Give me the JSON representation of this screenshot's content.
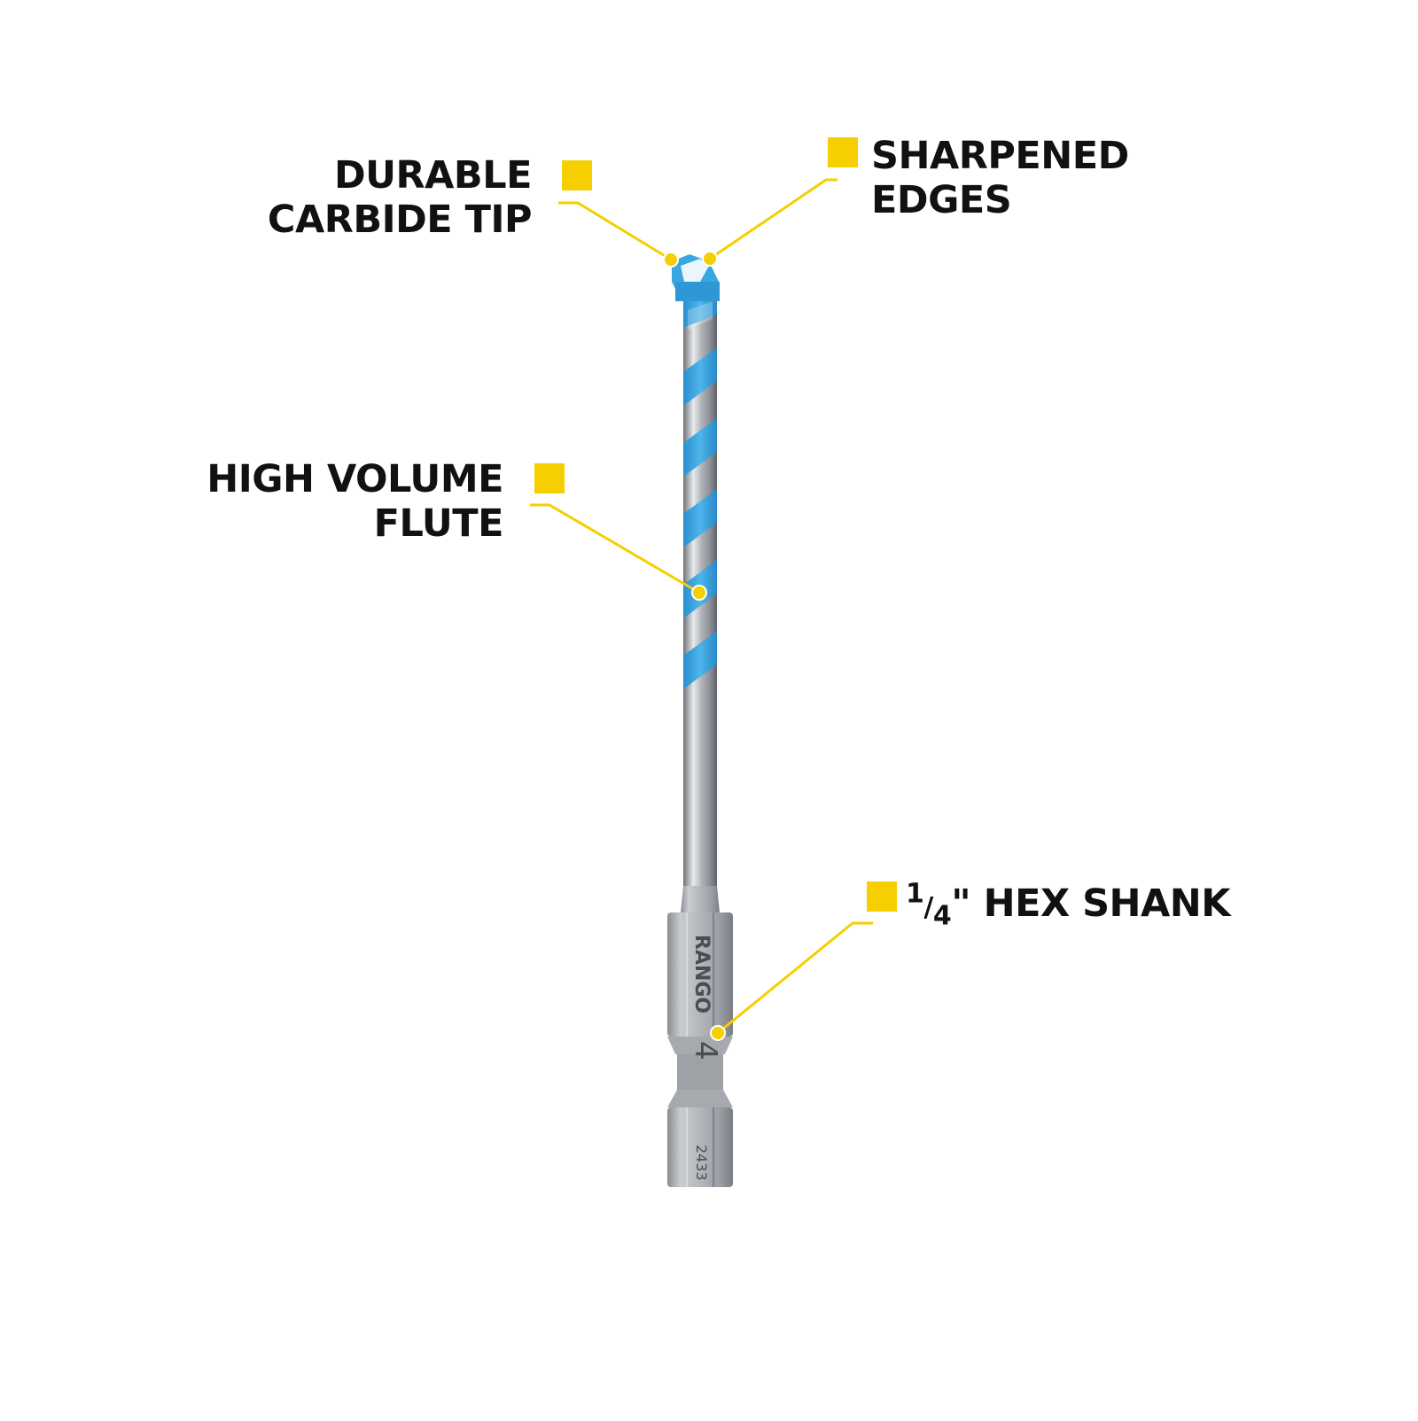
{
  "colors": {
    "background": "#ffffff",
    "callout": "#f5cf00",
    "label_text": "#111111",
    "flute_blue": "#3aa6e0",
    "steel": "#b8bcc2"
  },
  "callouts": {
    "carbide_tip": {
      "line1": "DURABLE",
      "line2": "CARBIDE TIP"
    },
    "sharpened_edges": {
      "line1": "SHARPENED",
      "line2": "EDGES"
    },
    "flute": {
      "line1": "HIGH VOLUME",
      "line2": "FLUTE"
    },
    "hex_shank": {
      "fraction_num": "1",
      "fraction_den": "4",
      "text": "\" HEX SHANK"
    }
  },
  "bit_markings": {
    "brand": "RANGO",
    "size": "4",
    "code": "2433"
  }
}
